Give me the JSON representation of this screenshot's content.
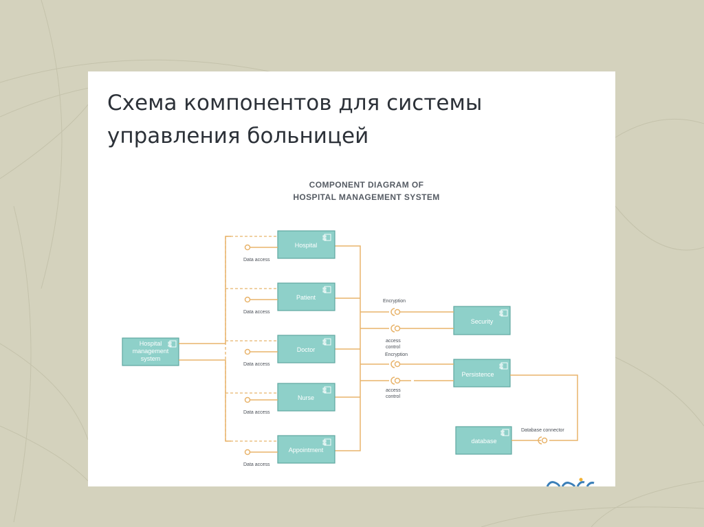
{
  "slide": {
    "title_line1": "Схема компонентов для системы",
    "title_line2": "управления больницей"
  },
  "diagram": {
    "title_line1": "COMPONENT DIAGRAM OF",
    "title_line2": "HOSPITAL MANAGEMENT SYSTEM",
    "main_component": {
      "line1": "Hospital",
      "line2": "management",
      "line3": "system"
    },
    "components": [
      {
        "label": "Hospital",
        "interface_label": "Data access"
      },
      {
        "label": "Patient",
        "interface_label": "Data access"
      },
      {
        "label": "Doctor",
        "interface_label": "Data access"
      },
      {
        "label": "Nurse",
        "interface_label": "Data access"
      },
      {
        "label": "Appointment",
        "interface_label": "Data access"
      }
    ],
    "security": {
      "label": "Security",
      "encryption_label": "Encryption",
      "access_control_line1": "access",
      "access_control_line2": "control"
    },
    "persistence": {
      "label": "Persistence",
      "encryption_label": "Encryption",
      "access_control_line1": "access",
      "access_control_line2": "control"
    },
    "database": {
      "label": "database",
      "connector_label": "Database connector"
    },
    "component_icon": "component-icon",
    "colors": {
      "component_fill": "#8ed0c9",
      "connector": "#e8b36a"
    }
  },
  "watermark": {
    "logo": "creately-logo"
  }
}
